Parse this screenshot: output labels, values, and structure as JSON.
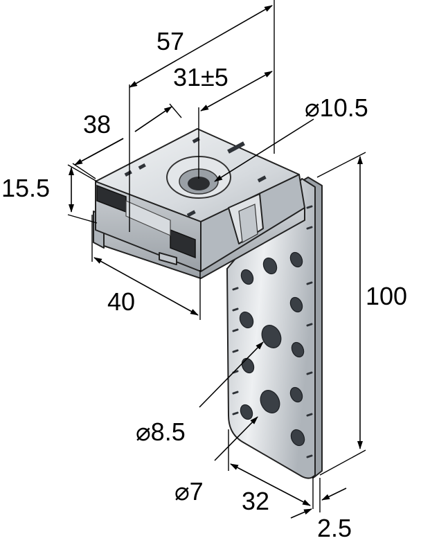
{
  "drawing": {
    "colors": {
      "metal_light": "#e3e6e9",
      "metal_mid": "#c2c7cc",
      "metal_dark": "#8e949b",
      "rubber": "#2b2d30",
      "hole": "#3a3f45"
    },
    "dimensions": {
      "d57": "57",
      "d31": "31±5",
      "d38": "38",
      "d15": "15.5",
      "d10": "⌀10.5",
      "d40": "40",
      "d100": "100",
      "d85": "⌀8.5",
      "d7": "⌀7",
      "d32": "32",
      "d25": "2.5"
    }
  }
}
